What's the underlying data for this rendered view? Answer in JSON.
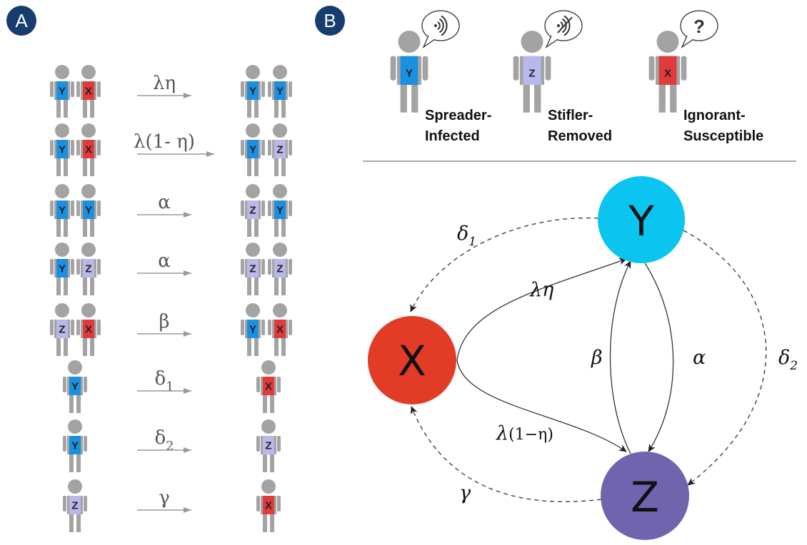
{
  "panels": {
    "a": "A",
    "b": "B"
  },
  "colors": {
    "spreader": "#1b8fe0",
    "stifler": "#b9b8ea",
    "ignorant": "#e03a3a",
    "body": "#a3a3a3",
    "node_x": "#e23b26",
    "node_y": "#0bc4f0",
    "node_z": "#6f64ad"
  },
  "transitions": [
    {
      "before": [
        "Y",
        "X"
      ],
      "rate": "λη",
      "rate_sub": "",
      "after": [
        "Y",
        "Y"
      ]
    },
    {
      "before": [
        "Y",
        "X"
      ],
      "rate": "λ(1- η)",
      "rate_sub": "",
      "after": [
        "Y",
        "Z"
      ]
    },
    {
      "before": [
        "Y",
        "Y"
      ],
      "rate": "α",
      "rate_sub": "",
      "after": [
        "Z",
        "Y"
      ]
    },
    {
      "before": [
        "Y",
        "Z"
      ],
      "rate": "α",
      "rate_sub": "",
      "after": [
        "Z",
        "Z"
      ]
    },
    {
      "before": [
        "Z",
        "X"
      ],
      "rate": "β",
      "rate_sub": "",
      "after": [
        "Y",
        "X"
      ]
    },
    {
      "before": [
        "Y"
      ],
      "rate": "δ",
      "rate_sub": "1",
      "after": [
        "X"
      ]
    },
    {
      "before": [
        "Y"
      ],
      "rate": "δ",
      "rate_sub": "2",
      "after": [
        "Z"
      ]
    },
    {
      "before": [
        "Z"
      ],
      "rate": "γ",
      "rate_sub": "",
      "after": [
        "X"
      ]
    }
  ],
  "legend": [
    {
      "letter": "Y",
      "line1": "Spreader-",
      "line2": "Infected",
      "bubble": "radio"
    },
    {
      "letter": "Z",
      "line1": "Stifler-",
      "line2": "Removed",
      "bubble": "radio-muted"
    },
    {
      "letter": "X",
      "line1": "Ignorant-",
      "line2": "Susceptible",
      "bubble": "?"
    }
  ],
  "graph": {
    "nodes": {
      "x": "X",
      "y": "Y",
      "z": "Z"
    },
    "edges": {
      "lambda_eta": "λη",
      "lambda_one_minus_eta_main": "λ",
      "lambda_one_minus_eta_rest": "(1−η)",
      "beta": "β",
      "alpha": "α",
      "delta1": "δ",
      "delta1_sub": "1",
      "delta2": "δ",
      "delta2_sub": "2",
      "gamma": "γ"
    }
  }
}
